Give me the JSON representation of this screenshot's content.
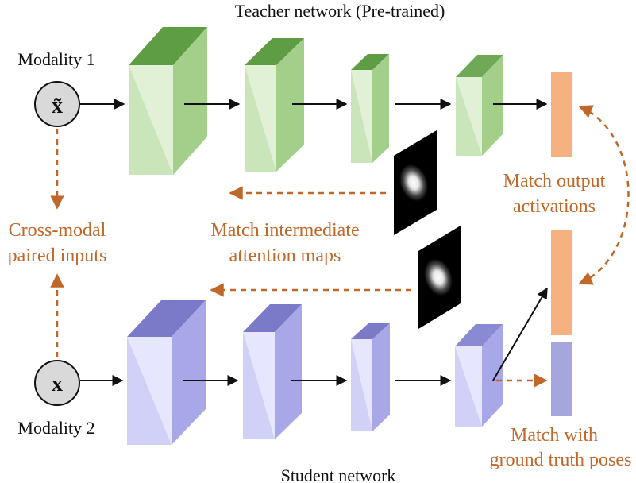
{
  "title": "Teacher network (Pre-trained)",
  "student_title": "Student network",
  "modality_1": {
    "label": "Modality 1",
    "symbol": "x̃"
  },
  "modality_2": {
    "label": "Modality 2",
    "symbol": "x"
  },
  "annotations": {
    "cross_modal": [
      "Cross-modal",
      "paired inputs"
    ],
    "intermediate": [
      "Match intermediate",
      "attention maps"
    ],
    "output": [
      "Match output",
      "activations"
    ],
    "ground_truth": [
      "Match with",
      "ground truth poses"
    ]
  },
  "colors": {
    "teacher_front": "#e1f1d6",
    "teacher_side": "#a3cf8a",
    "teacher_top": "#5f9d45",
    "student_front": "#e6e6ff",
    "student_side": "#a8a8e8",
    "student_top": "#7a7ac9",
    "output_activation": "#f5b280",
    "ground_truth": "#a6a6de",
    "annotation": "#c0672a",
    "input_node": "#d9d9d9"
  }
}
